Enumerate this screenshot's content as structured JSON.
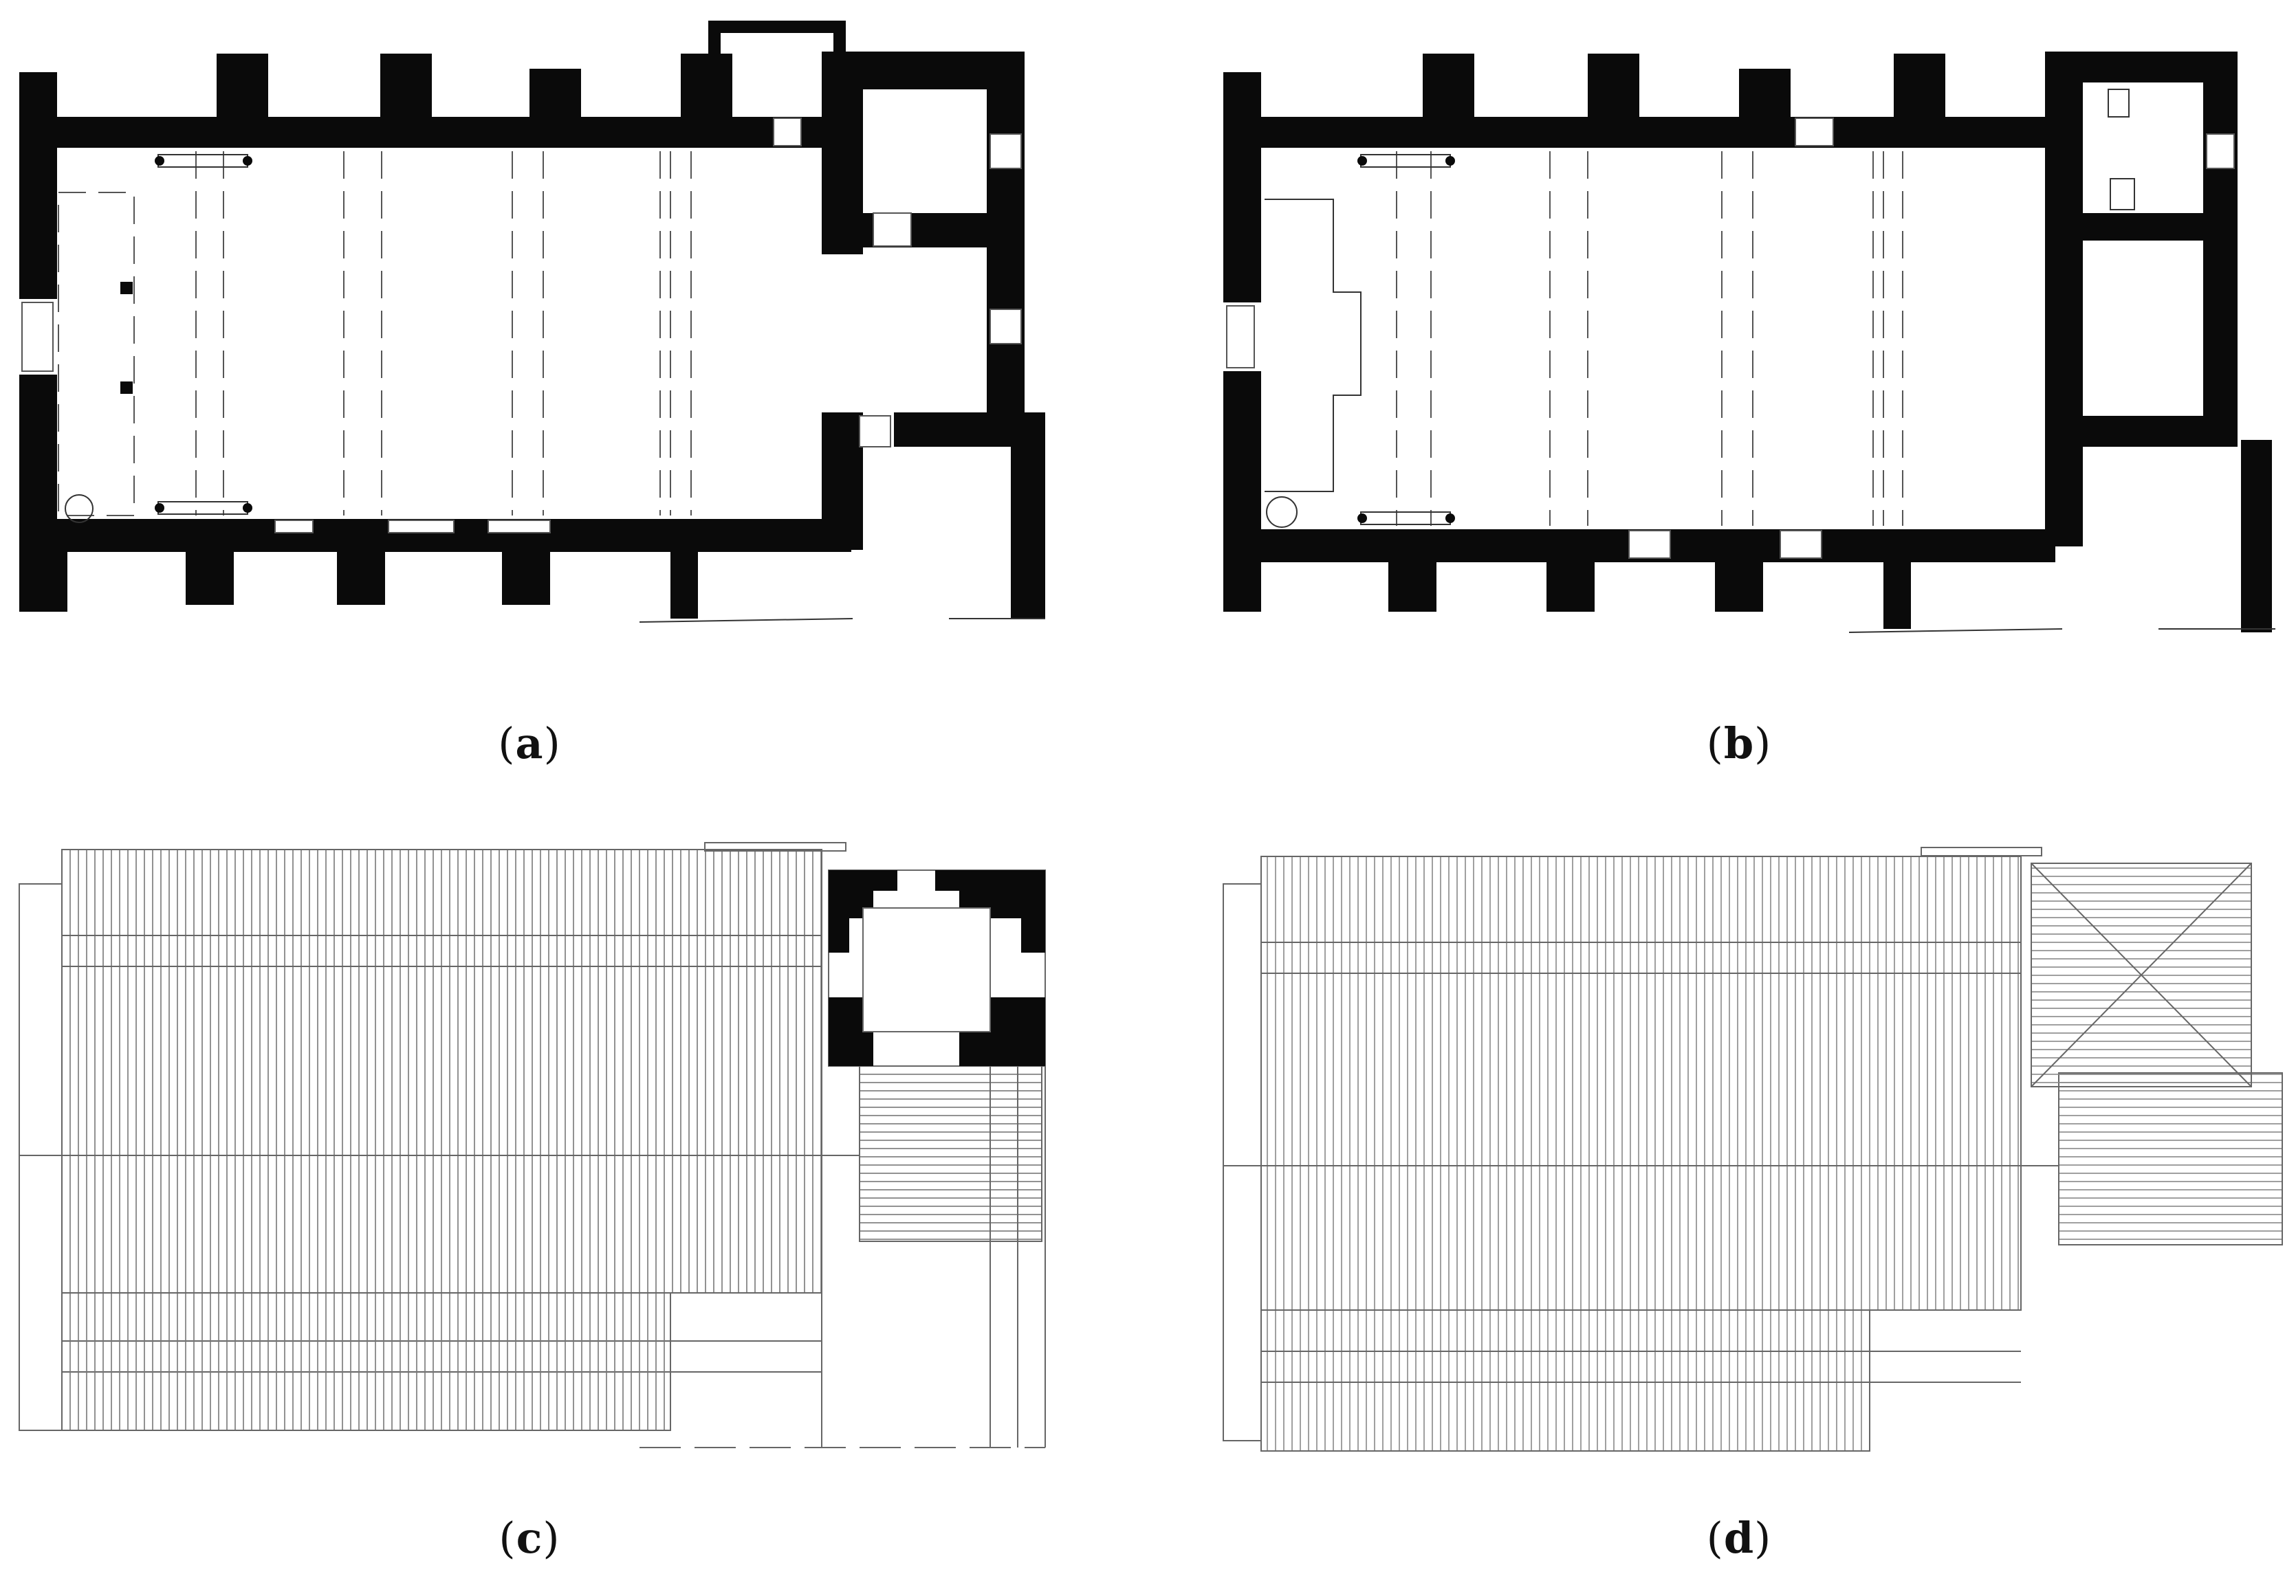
{
  "figure": {
    "panels": [
      {
        "id": "a",
        "caption_letter": "a",
        "kind": "floor-plan",
        "variant": "original"
      },
      {
        "id": "b",
        "caption_letter": "b",
        "kind": "floor-plan",
        "variant": "modified"
      },
      {
        "id": "c",
        "caption_letter": "c",
        "kind": "roof-plan",
        "variant": "original"
      },
      {
        "id": "d",
        "caption_letter": "d",
        "kind": "roof-plan",
        "variant": "modified"
      }
    ]
  },
  "colors": {
    "wall": "#0a0a0a",
    "line": "#555555",
    "roof_line": "#777777",
    "background": "#ffffff"
  }
}
